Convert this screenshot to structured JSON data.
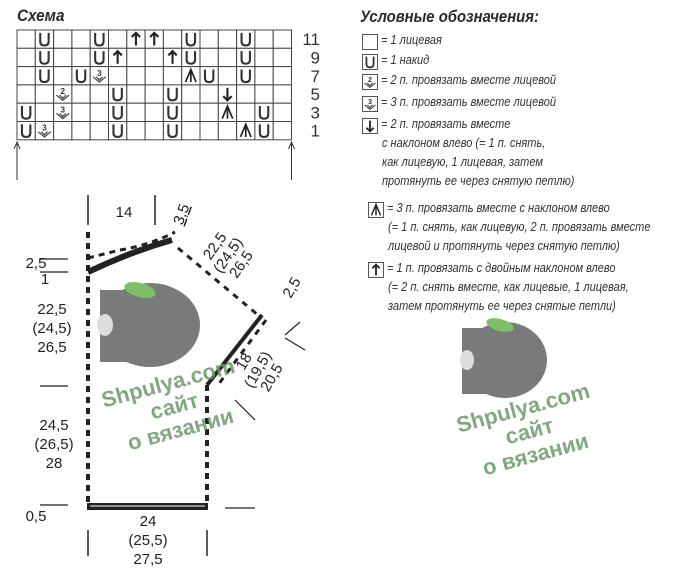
{
  "chart_title": "Схема",
  "chart": {
    "columns": 15,
    "rows": [
      {
        "number": "11",
        "cells": {
          "2": "U",
          "5": "U",
          "7": "up",
          "8": "up",
          "10": "U",
          "13": "U"
        }
      },
      {
        "number": "9",
        "cells": {
          "2": "U",
          "5": "U",
          "6": "up",
          "9": "up",
          "10": "U",
          "13": "U"
        }
      },
      {
        "number": "7",
        "cells": {
          "2": "U",
          "4": "U",
          "5": "k3tog",
          "10": "sk2p",
          "11": "U",
          "13": "U"
        }
      },
      {
        "number": "5",
        "cells": {
          "3": "k2tog",
          "6": "U",
          "9": "U",
          "12": "ssk"
        }
      },
      {
        "number": "3",
        "cells": {
          "1": "U",
          "3": "k3tog",
          "6": "U",
          "9": "U",
          "12": "sk2p",
          "14": "U"
        }
      },
      {
        "number": "1",
        "cells": {
          "1": "U",
          "2": "k3tog",
          "6": "U",
          "9": "U",
          "13": "sk2p",
          "14": "U"
        }
      }
    ]
  },
  "legend": {
    "title": "Условные обозначения:",
    "items": [
      {
        "symbol": "blank",
        "lines": [
          "= 1 лицевая"
        ]
      },
      {
        "symbol": "U",
        "lines": [
          "= 1 накид"
        ]
      },
      {
        "symbol": "k2tog",
        "lines": [
          "= 2 п. провязать вместе  лицевой"
        ]
      },
      {
        "symbol": "k3tog",
        "lines": [
          "= 3 п. провязать вместе  лицевой"
        ]
      },
      {
        "symbol": "ssk",
        "lines": [
          "= 2 п. провязать вместе",
          "с наклоном влево (= 1 п.  снять,",
          "как лицевую,  1 лицевая, затем",
          "протянуть ее через снятую  петлю)"
        ]
      },
      {
        "symbol": "sk2p",
        "lines": [
          "= 3 п. провязать вместе с наклоном влево",
          "(= 1 п. снять, как лицевую, 2 п. провязать вместе",
          "лицевой и протянуть через снятую петлю)"
        ]
      },
      {
        "symbol": "up",
        "lines": [
          "= 1 п. провязать с двойным наклоном влево",
          "(= 2 п. снять вместе, как лицевые, 1 лицевая,",
          "затем протянуть ее через снятые петли)"
        ]
      }
    ]
  },
  "schematic": {
    "neck_width": "14",
    "neck_depth": "3,5",
    "shoulder": [
      "22,5",
      "(24,5)",
      "26,5"
    ],
    "shoulder_drop": "2,5",
    "armhole": [
      "18",
      "(19,5)",
      "20,5"
    ],
    "top_band": "2,5",
    "top_edge": "1",
    "upper_length": [
      "22,5",
      "(24,5)",
      "26,5"
    ],
    "lower_length": [
      "24,5",
      "(26,5)",
      "28"
    ],
    "bottom_band": "0,5",
    "width": [
      "24",
      "(25,5)",
      "27,5"
    ]
  },
  "watermark": [
    "Shpulya.com",
    "сайт",
    "о вязании"
  ],
  "colors": {
    "line": "#222",
    "spool": "#7a7a7a",
    "leaf": "#7fbf6a",
    "watermark": "#6a9a6a"
  }
}
